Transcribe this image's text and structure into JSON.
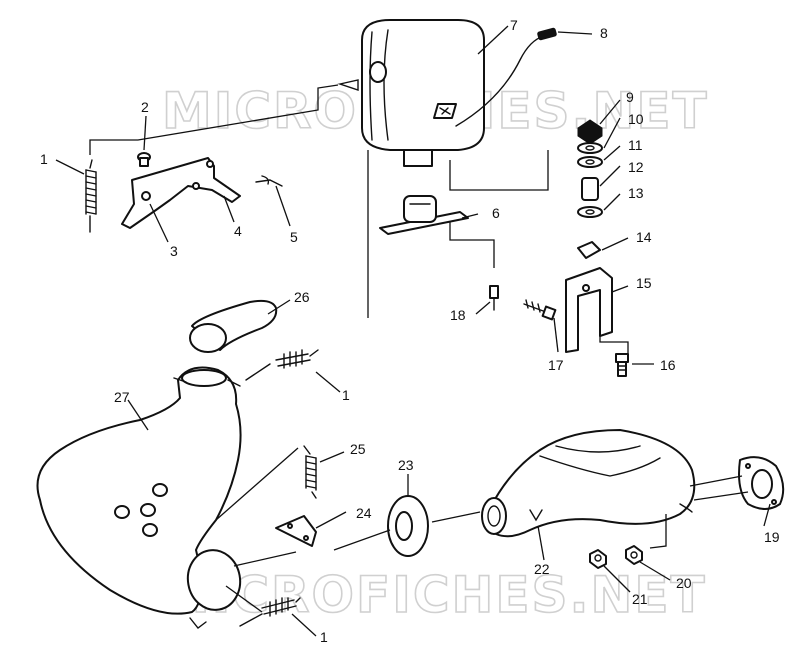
{
  "watermarks": {
    "top": "MICROFICHES.NET",
    "bottom": "MICROFICHES.NET"
  },
  "callouts": {
    "c1a": "1",
    "c2": "2",
    "c3": "3",
    "c4": "4",
    "c5": "5",
    "c6": "6",
    "c7": "7",
    "c8": "8",
    "c9": "9",
    "c10": "10",
    "c11": "11",
    "c12": "12",
    "c13": "13",
    "c14": "14",
    "c15": "15",
    "c16": "16",
    "c17": "17",
    "c18": "18",
    "c19": "19",
    "c20": "20",
    "c21": "21",
    "c22": "22",
    "c23": "23",
    "c24": "24",
    "c25": "25",
    "c26": "26",
    "c27": "27",
    "c1b": "1",
    "c1c": "1"
  },
  "parts": [
    "spring-icon",
    "rivet-icon",
    "bracket-icon",
    "cotter-pin-icon",
    "muffler-icon",
    "sensor-icon",
    "nut-icon",
    "washer-icon",
    "spacer-icon",
    "mount-bracket-icon",
    "bolt-icon",
    "gasket-icon",
    "silencer-icon",
    "grommet-icon",
    "plate-icon",
    "tube-icon",
    "expansion-chamber-icon"
  ]
}
